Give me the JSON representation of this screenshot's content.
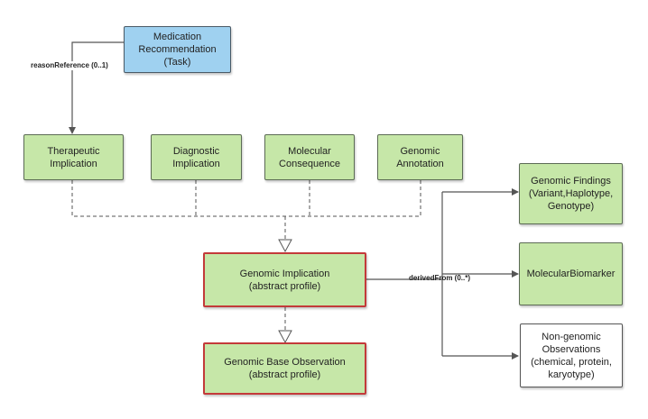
{
  "nodes": {
    "medication_recommendation": [
      "Medication",
      "Recommendation",
      "(Task)"
    ],
    "therapeutic_implication": [
      "Therapeutic",
      "Implication"
    ],
    "diagnostic_implication": [
      "Diagnostic",
      "Implication"
    ],
    "molecular_consequence": [
      "Molecular",
      "Consequence"
    ],
    "genomic_annotation": [
      "Genomic",
      "Annotation"
    ],
    "genomic_implication": [
      "Genomic Implication",
      "(abstract profile)"
    ],
    "genomic_base_observation": [
      "Genomic Base Observation",
      "(abstract profile)"
    ],
    "genomic_findings": [
      "Genomic Findings",
      "(Variant,Haplotype,",
      "Genotype)"
    ],
    "molecular_biomarker": [
      "MolecularBiomarker"
    ],
    "non_genomic_observations": [
      "Non-genomic",
      "Observations",
      "(chemical, protein,",
      "karyotype)"
    ]
  },
  "edges": {
    "reason_reference": "reasonReference (0..1)",
    "derived_from": "derivedFrom (0..*)"
  },
  "colors": {
    "task_fill": "#9fd1f0",
    "profile_fill": "#c6e7a8",
    "abstract_border": "#c33a3a",
    "line": "#555555"
  }
}
